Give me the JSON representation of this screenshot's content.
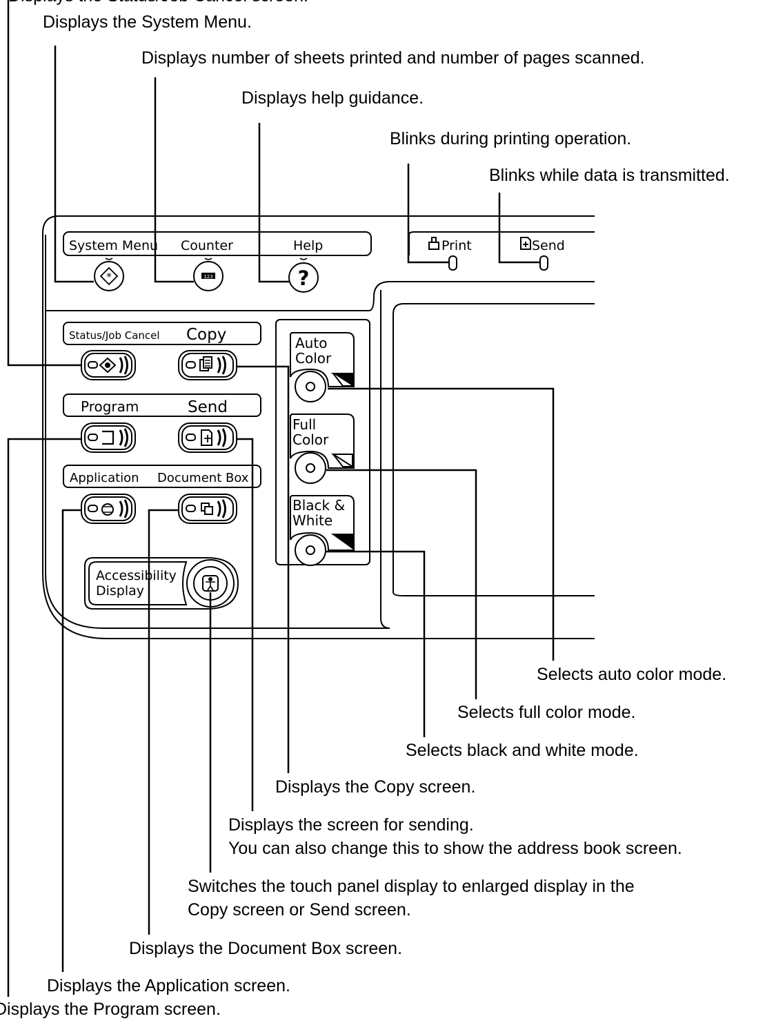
{
  "callouts": {
    "status_job_cancel": "Displays the Status/Job Cancel screen.",
    "system_menu": "Displays the System Menu.",
    "counter": "Displays number of sheets printed and number of pages scanned.",
    "help": "Displays help guidance.",
    "print_indicator": "Blinks during printing operation.",
    "send_indicator": "Blinks while data is transmitted.",
    "auto_color": "Selects auto color mode.",
    "full_color": "Selects full color mode.",
    "black_white": "Selects black and white mode.",
    "copy": "Displays the Copy screen.",
    "send_line1": "Displays the screen for sending.",
    "send_line2": "You can also change this to show the address book screen.",
    "accessibility_line1": "Switches the touch panel display to enlarged display in the",
    "accessibility_line2": "Copy screen or Send screen.",
    "document_box": "Displays the Document Box screen.",
    "application": "Displays the Application screen.",
    "program": "Displays the Program screen."
  },
  "panel": {
    "system_menu": "System Menu",
    "counter": "Counter",
    "help": "Help",
    "print": "Print",
    "send_indicator": "Send",
    "status_job_cancel": "Status/Job Cancel",
    "copy": "Copy",
    "program": "Program",
    "send": "Send",
    "application": "Application",
    "document_box": "Document Box",
    "auto_line1": "Auto",
    "auto_line2": "Color",
    "full_line1": "Full",
    "full_line2": "Color",
    "bw_line1": "Black &",
    "bw_line2": "White",
    "accessibility_line1": "Accessibility",
    "accessibility_line2": "Display",
    "counter_icon_text": "123"
  },
  "icons": [
    "system-menu-icon",
    "counter-icon",
    "help-icon",
    "status-icon",
    "copy-icon",
    "program-icon",
    "send-icon",
    "application-icon",
    "document-box-icon",
    "accessibility-icon",
    "printer-icon",
    "send-arrow-icon"
  ]
}
